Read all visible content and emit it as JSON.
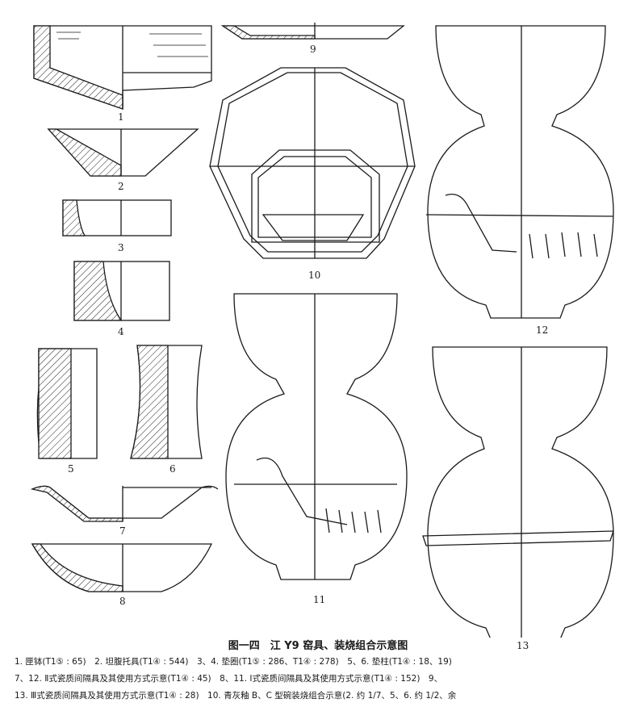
{
  "figure": {
    "labels": {
      "n1": "1",
      "n2": "2",
      "n3": "3",
      "n4": "4",
      "n5": "5",
      "n6": "6",
      "n7": "7",
      "n8": "8",
      "n9": "9",
      "n10": "10",
      "n11": "11",
      "n12": "12",
      "n13": "13"
    }
  },
  "caption": {
    "title": "图一四　江 Y9 窑具、装烧组合示意图",
    "line1": "1. 匣钵(T1⑤ : 65)　2. 坦腹托具(T1④ : 544)　3、4. 垫圈(T1⑤ : 286、T1④ : 278)　5、6. 垫柱(T1④ : 18、19)",
    "line2": "7、12. Ⅱ式瓷质间隔具及其使用方式示意(T1④ : 45)　8、11. Ⅰ式瓷质间隔具及其使用方式示意(T1④ : 152)　9、",
    "line3": "13. Ⅲ式瓷质间隔具及其使用方式示意(T1④ : 28)　10. 青灰釉 B、C 型碗装烧组合示意(2. 约 1/7、5、6. 约 1/2、余"
  }
}
